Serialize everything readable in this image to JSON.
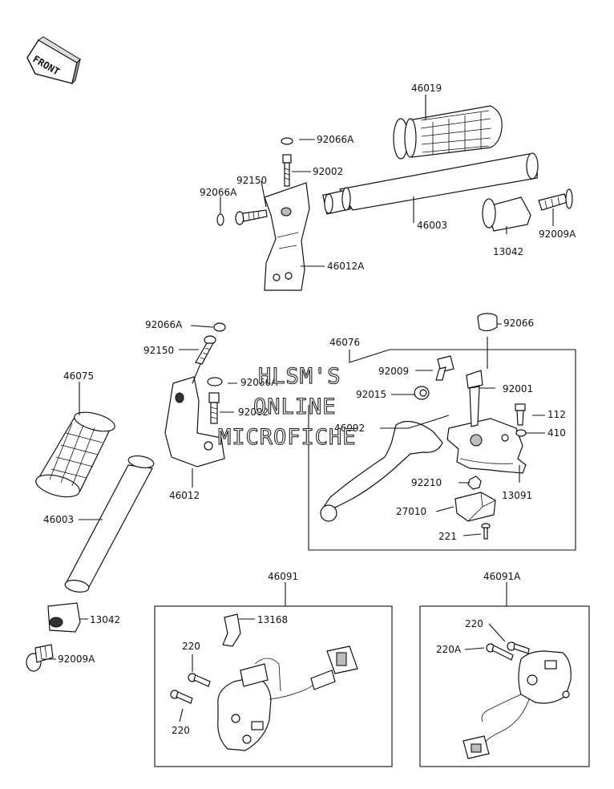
{
  "front_badge": "FRONT",
  "watermark": [
    "HLSM'S",
    "ONLINE",
    "MICROFICHE"
  ],
  "part_labels": [
    "46019",
    "92066A",
    "92002",
    "92150",
    "92066A",
    "46003",
    "13042",
    "92009A",
    "46012A",
    "92066",
    "92066A",
    "46076",
    "92150",
    "92009",
    "92001",
    "46075",
    "92066A",
    "92015",
    "92002",
    "112",
    "46092",
    "410",
    "46012",
    "92210",
    "13091",
    "27010",
    "46003",
    "221",
    "46091",
    "46091A",
    "13042",
    "13168",
    "220",
    "220",
    "220A",
    "92009A",
    "220"
  ]
}
